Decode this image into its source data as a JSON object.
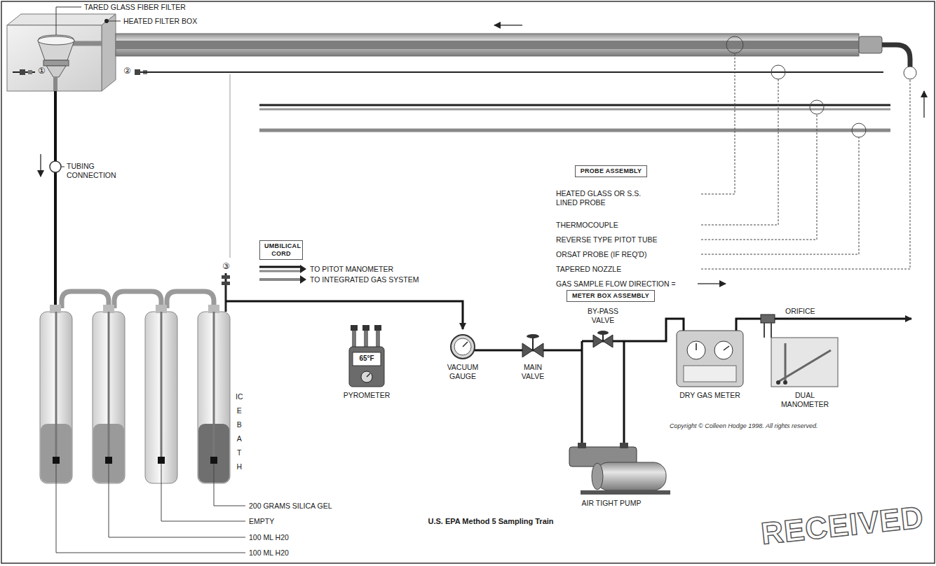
{
  "diagram": {
    "caption": "U.S. EPA Method 5 Sampling Train",
    "nodes": [
      {
        "text": [
          "PROBE ASSEMBLY"
        ]
      },
      {
        "text": [
          "UMBILICAL CORD"
        ]
      },
      {
        "text": [
          "METER BOX ASSEMBLY"
        ]
      }
    ],
    "labels": [
      "TARED GLASS FIBER FILTER",
      "HEATED FILTER BOX",
      "①",
      "②",
      "③",
      "TUBING CONNECTION",
      "TO PITOT MANOMETER",
      "TO INTEGRATED GAS SYSTEM",
      "HEATED GLASS OR S.S. LINED PROBE",
      "THERMOCOUPLE",
      "REVERSE TYPE PITOT TUBE",
      "ORSAT PROBE (IF REQ'D)",
      "TAPERED NOZZLE",
      "GAS SAMPLE FLOW DIRECTION =",
      "ORIFICE",
      "65°F",
      "PYROMETER",
      "VACUUM GAUGE",
      "MAIN VALVE",
      "BY-PASS VALVE",
      "DRY GAS METER",
      "DUAL MANOMETER",
      "AIR TIGHT PUMP",
      "ICE BATH",
      "200 GRAMS SILICA GEL",
      "EMPTY",
      "100 ML H20",
      "100 ML H20",
      "Copyright © Colleen Hodge 1998. All rights reserved.",
      "RECEIVED"
    ]
  }
}
